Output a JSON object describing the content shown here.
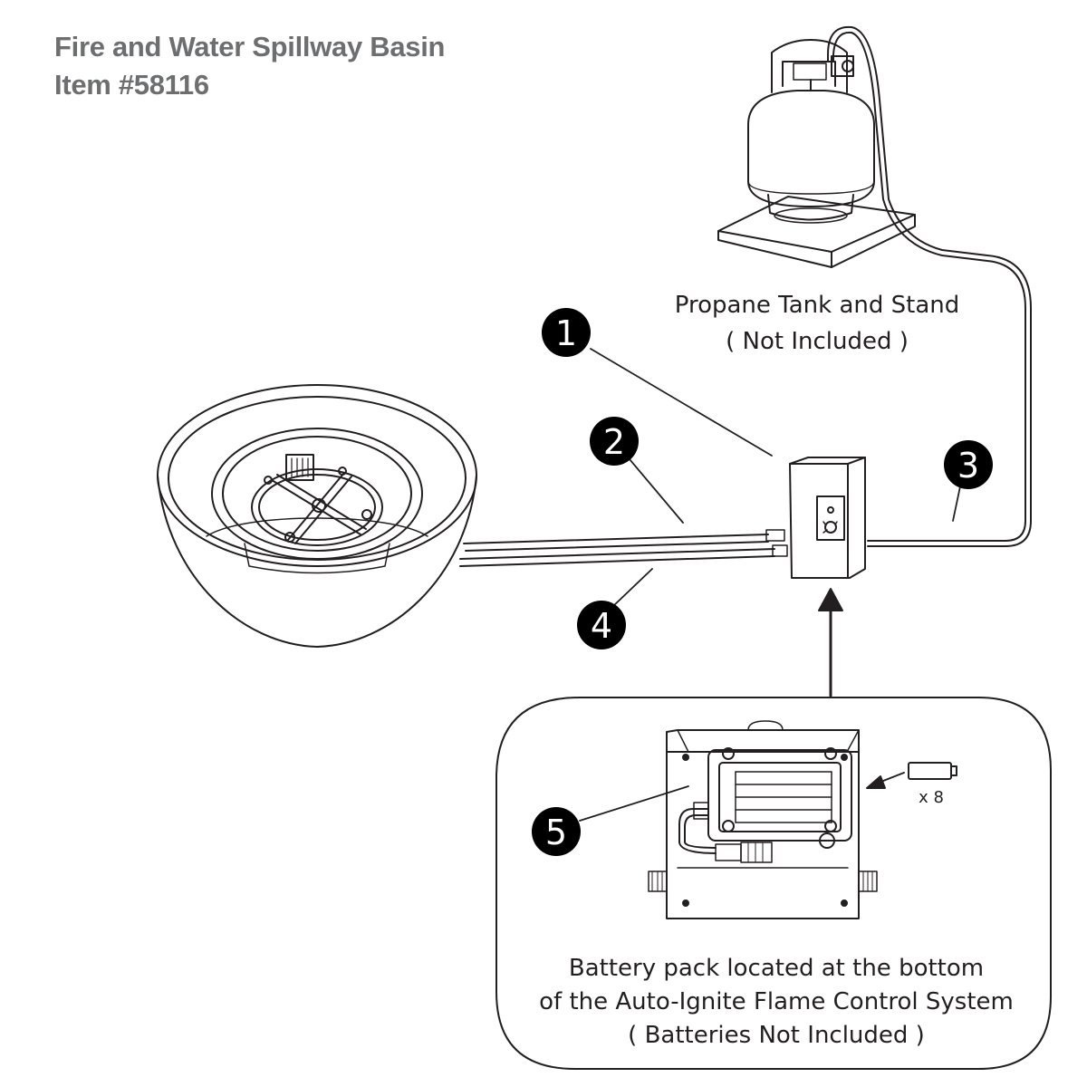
{
  "header": {
    "title": "Fire and Water Spillway Basin",
    "item": "Item #58116"
  },
  "tank": {
    "label": "Propane Tank and Stand",
    "note": "( Not Included )"
  },
  "callouts": [
    "1",
    "2",
    "3",
    "4",
    "5"
  ],
  "battery": {
    "line1": "Battery pack located at the bottom",
    "line2": "of the Auto-Ignite Flame Control System",
    "line3": "( Batteries Not Included )",
    "count_label": "x 8"
  }
}
